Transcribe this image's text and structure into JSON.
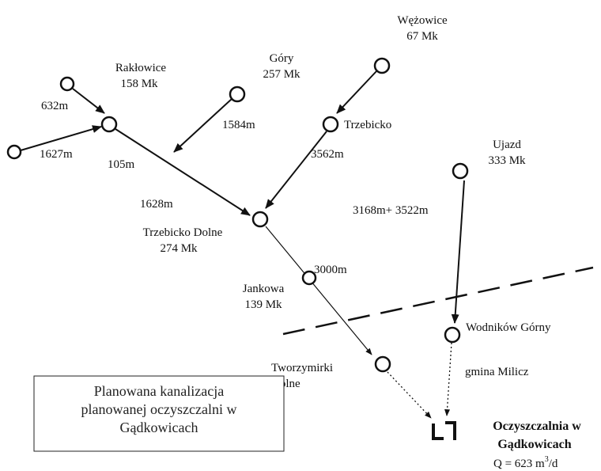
{
  "nodes": {
    "wezowice": {
      "name": "Wężowice",
      "pop": "67 Mk"
    },
    "gory": {
      "name": "Góry",
      "pop": "257 Mk"
    },
    "raklowice": {
      "name": "Rakłowice",
      "pop": "158 Mk"
    },
    "trzebicko": {
      "name": "Trzebicko"
    },
    "trzebicko_dolne": {
      "name": "Trzebicko Dolne",
      "pop": "274 Mk"
    },
    "ujazd": {
      "name": "Ujazd",
      "pop": "333 Mk"
    },
    "jankowa": {
      "name": "Jankowa",
      "pop": "139 Mk"
    },
    "wodnikow": {
      "name": "Wodników Górny"
    },
    "tworzymirki": {
      "name_line1": "Tworzymirki",
      "name_line2": "Dolne"
    }
  },
  "distances": {
    "d632": "632m",
    "d1627": "1627m",
    "d105": "105m",
    "d1584": "1584m",
    "d3562": "3562m",
    "d1628": "1628m",
    "d3168": "3168m+ 3522m",
    "d3000": "3000m"
  },
  "boundary_label": "gmina Milicz",
  "plant": {
    "line1": "Oczyszczalnia w",
    "line2": "Gądkowicach",
    "flow_prefix": "Q = 623 m",
    "flow_exp": "3",
    "flow_suffix": "/d"
  },
  "note": {
    "line1": "Planowana kanalizacja",
    "line2": "planowanej oczyszczalni w",
    "line3": "Gądkowicach"
  }
}
